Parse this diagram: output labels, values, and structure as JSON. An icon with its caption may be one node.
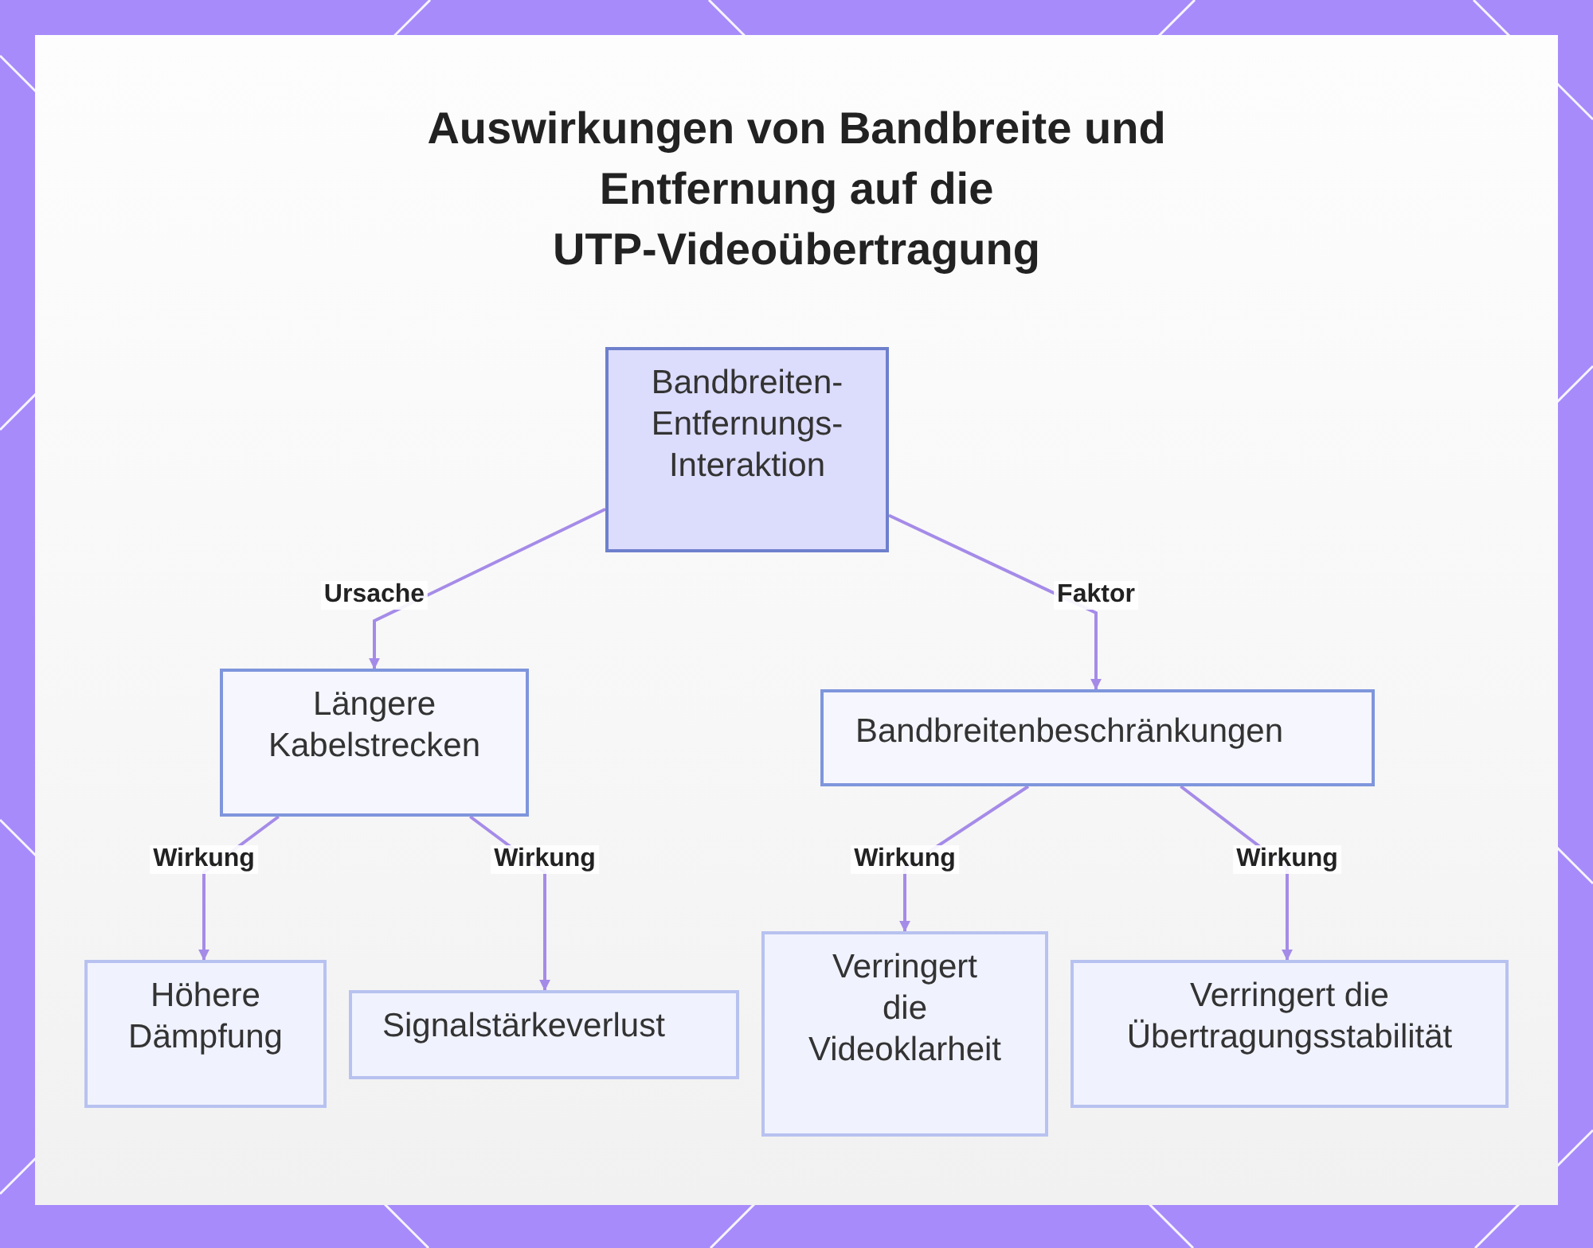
{
  "diagram": {
    "title": "Auswirkungen von Bandbreite und Entfernung auf die UTP-Videoübertragung",
    "nodes": [
      {
        "text": [
          "Bandbreiten-Entfernungs-Interaktion"
        ]
      },
      {
        "text": [
          "Längere Kabelstrecken"
        ]
      },
      {
        "text": [
          "Bandbreitenbeschränkungen"
        ]
      },
      {
        "text": [
          "Höhere Dämpfung"
        ]
      },
      {
        "text": [
          "Signalstärkeverlust"
        ]
      },
      {
        "text": [
          "Verringert die Videoklarheit"
        ]
      },
      {
        "text": [
          "Verringert die Übertragungsstabilität"
        ]
      }
    ],
    "edges": [
      {
        "from": 0,
        "to": 1,
        "arrow": "to",
        "label": "Ursache"
      },
      {
        "from": 0,
        "to": 2,
        "arrow": "to",
        "label": "Faktor"
      },
      {
        "from": 1,
        "to": 3,
        "arrow": "to",
        "label": "Wirkung"
      },
      {
        "from": 1,
        "to": 4,
        "arrow": "to",
        "label": "Wirkung"
      },
      {
        "from": 2,
        "to": 5,
        "arrow": "to",
        "label": "Wirkung"
      },
      {
        "from": 2,
        "to": 6,
        "arrow": "to",
        "label": "Wirkung"
      }
    ]
  }
}
